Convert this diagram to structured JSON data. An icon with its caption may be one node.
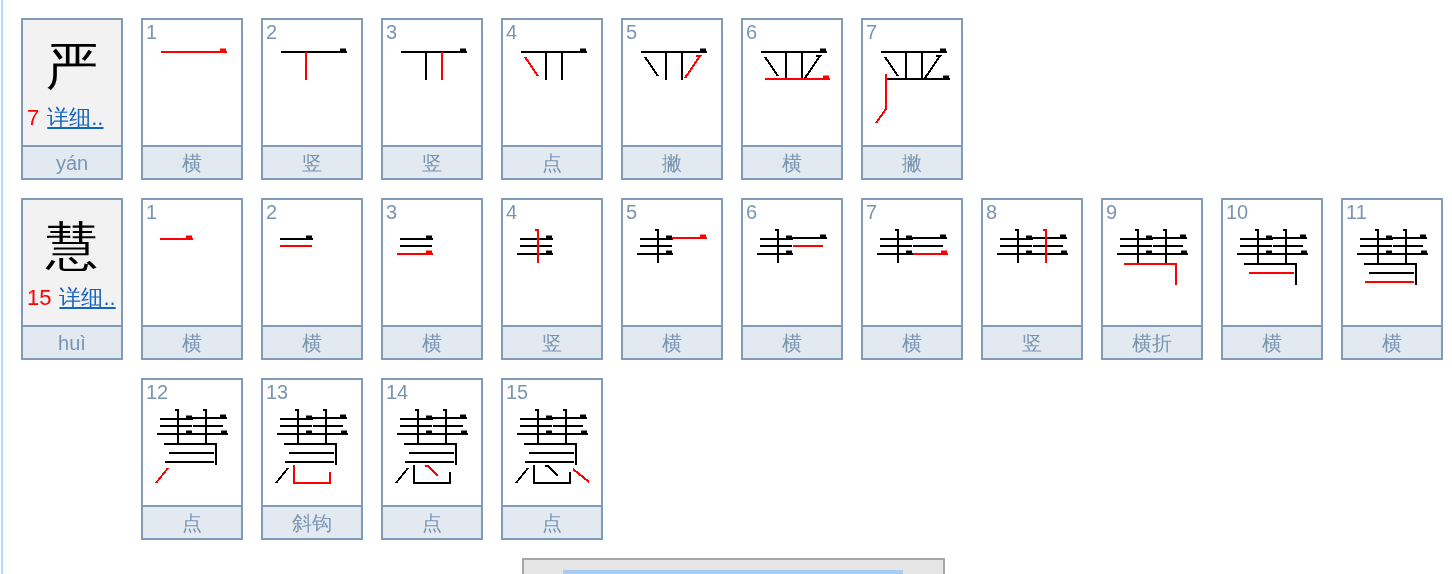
{
  "diagram": {
    "nodes": [
      {
        "text": [
          "严",
          "7",
          "详细..",
          "yán"
        ]
      },
      {
        "text": [
          "1",
          "横"
        ]
      },
      {
        "text": [
          "2",
          "竖"
        ]
      },
      {
        "text": [
          "3",
          "竖"
        ]
      },
      {
        "text": [
          "4",
          "点"
        ]
      },
      {
        "text": [
          "5",
          "撇"
        ]
      },
      {
        "text": [
          "6",
          "横"
        ]
      },
      {
        "text": [
          "7",
          "撇"
        ]
      },
      {
        "text": [
          "慧",
          "15",
          "详细..",
          "huì"
        ]
      },
      {
        "text": [
          "1",
          "横"
        ]
      },
      {
        "text": [
          "2",
          "横"
        ]
      },
      {
        "text": [
          "3",
          "横"
        ]
      },
      {
        "text": [
          "4",
          "竖"
        ]
      },
      {
        "text": [
          "5",
          "横"
        ]
      },
      {
        "text": [
          "6",
          "横"
        ]
      },
      {
        "text": [
          "7",
          "横"
        ]
      },
      {
        "text": [
          "8",
          "竖"
        ]
      },
      {
        "text": [
          "9",
          "横折"
        ]
      },
      {
        "text": [
          "10",
          "横"
        ]
      },
      {
        "text": [
          "11",
          "横"
        ]
      },
      {
        "text": [
          "12",
          "点"
        ]
      },
      {
        "text": [
          "13",
          "斜钩"
        ]
      },
      {
        "text": [
          "14",
          "点"
        ]
      },
      {
        "text": [
          "15",
          "点"
        ]
      }
    ]
  }
}
